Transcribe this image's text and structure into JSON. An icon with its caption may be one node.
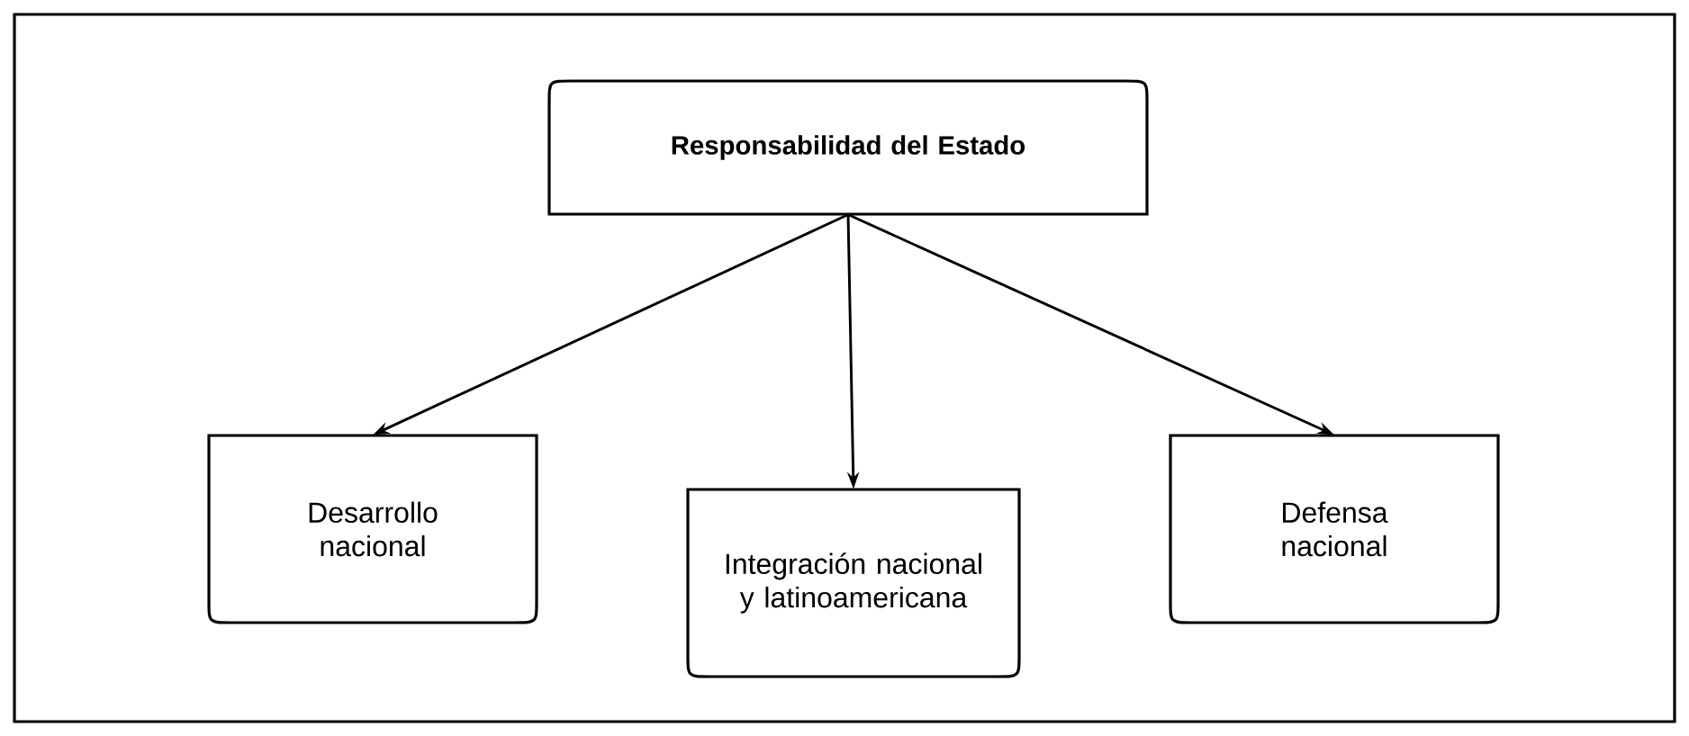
{
  "diagram": {
    "nodes": [
      {
        "text": [
          "Responsabilidad del Estado"
        ]
      },
      {
        "text": [
          "Desarrollo nacional"
        ]
      },
      {
        "text": [
          "Integración nacional y latinoamericana"
        ]
      },
      {
        "text": [
          "Defensa nacional"
        ]
      }
    ],
    "edges": [
      {
        "from": 0,
        "to": 1,
        "arrow": "to"
      },
      {
        "from": 0,
        "to": 2,
        "arrow": "to"
      },
      {
        "from": 0,
        "to": 3,
        "arrow": "to"
      }
    ]
  }
}
